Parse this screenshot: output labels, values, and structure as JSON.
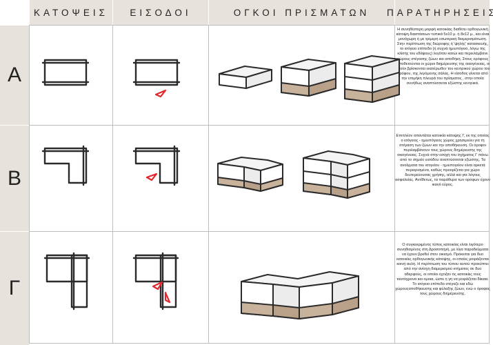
{
  "headers": {
    "plans": "ΚΑΤΟΨΕΙΣ",
    "entrances": "ΕΙΣΟΔΟΙ",
    "volumes": "ΟΓΚΟΙ ΠΡΙΣΜΑΤΩΝ",
    "notes": "ΠΑΡΑΤΗΡΗΣΕΙΣ"
  },
  "rows": [
    {
      "label": "Α",
      "note": "Η συνηθέστερη μορφή κατοικίας διαθέτει ορθογωνική κάτοψη διαστάσεων τυπικά 5x10 μ. ή 8x12 μ., και είναι μονόχωρη ή με τριμερή εσωτερική διαμερισμάτωση. Στην περίπτωση της διώροφης ή 'ψηλής' κατασκευής, το ισόγειο επίπεδο (ή συχνά ημιυπόγειο, λόγω της κλίσης του εδάφους) λεγόταν κατώι και περιελάμβανε χώρους στέγασης ζώων και αποθήκη. Στους ορόφους τοποθετούνται οι χώροι διημέρευσης της οικογένειας, οι οποίοι βρίσκονται εκατέρωθεν του κεντρικού χώρου του ορόφου, της λεγόμενης σάλας. Η είσοδος γίνεται από την επιμήκη πλευρά του πρίσματος , στην οποία συνήθως αναπτύσσεται εξώστης κεντρικά."
    },
    {
      "label": "Β",
      "note": "Επιπλέον απαντάται κατοικία κάτοψης Γ, εκ της οποίας ο ισόγειος - ημιυπόγειος χώρος χρησιμεύει για τη στέγαση των ζώων και την αποθήκευση. Οι όροφοι περιλαμβάνουν τους χώρους διημέρευσης της οικογένειας. Συχνά στην εσοχή του σχήματος Γ πάνω από το σημείο εισόδου αναπτύσσεται εξώστης. Τα ανοίγματα του ισογείου - ημιυπογείου είναι αρκετά περιορισμένα, καθώς προορίζεται για χώρο δευτερεύουσας χρήσης, αλλά και για λόγους ασφαλείας. Αντίθετως, τα παράθυρα των ορόφων έχουν ικανό εύρος."
    },
    {
      "label": "Γ",
      "note": "Ο συγκεκριμένος τύπος κατοικίας είναι λιγότερο συνηθισμένος στη Δροσοπηγή, με λίγα παραδείγματα να έχουν βρεθεί στον οικισμό. Πρόκειται για δυο κατοικίες ορθογωνικής κάτοψης, οι οποίες μοιράζονται κοινή αυλή. Η περίπτωση του τύπου αυτού προκύπτει από την ανίσχη διαμερισμού κτήματος σε δυο αδερφούς, οι οποίοι έχτιζαν τις κατοικίες τους ταυτόχρονα και ομοια, ώστε η γη να μοιράζεται δίκαια. Το ισόγειο επίπεδο στέγαζε και εδώ χώρουςαποθήκευσης και φύλαξης ζώων, ενώ ο όροφος τους χώρους διημέρευσης."
    }
  ],
  "colors": {
    "header_bg": "#e7e2db",
    "ink": "#2a2a2a",
    "ground_floor": "#c9b29b",
    "entrance_marker": "#e3262b"
  }
}
